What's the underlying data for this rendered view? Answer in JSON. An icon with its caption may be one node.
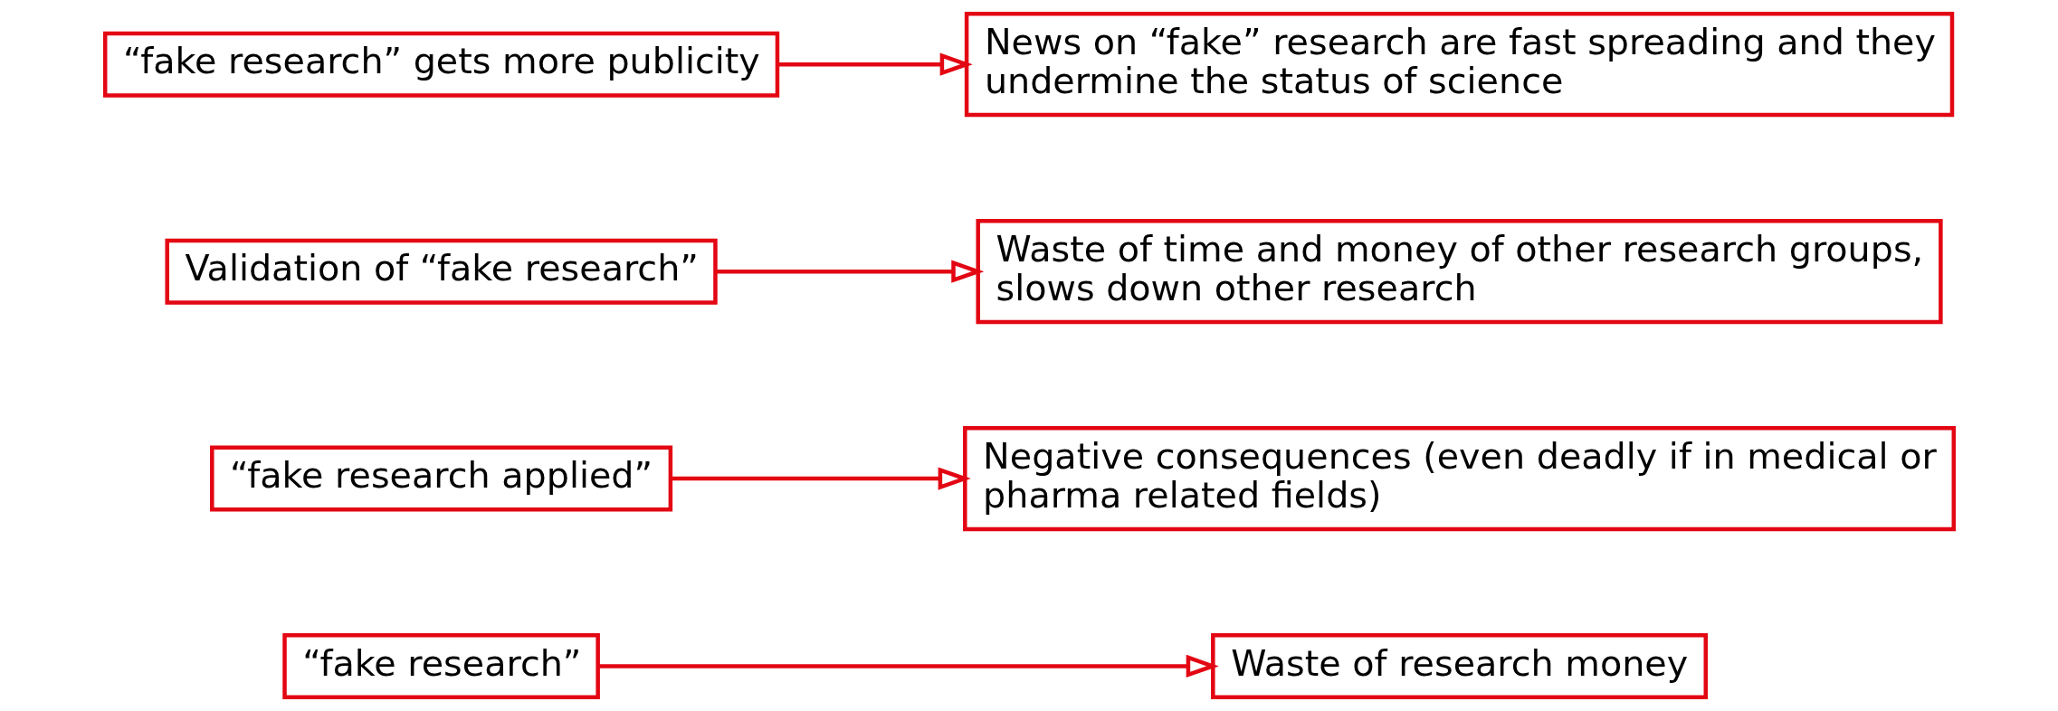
{
  "diagram": {
    "nodes": [
      {
        "text": [
          "“fake research”"
        ]
      },
      {
        "text": [
          "Waste of research money"
        ]
      },
      {
        "text": [
          "“fake research applied”"
        ]
      },
      {
        "text": [
          "Negative consequences (even deadly if in medical or pharma related fields)"
        ]
      },
      {
        "text": [
          "Validation of “fake research”"
        ]
      },
      {
        "text": [
          "Waste of time and money of other research groups, slows down other research"
        ]
      },
      {
        "text": [
          "“fake research” gets more publicity"
        ]
      },
      {
        "text": [
          "News on “fake” research are fast spreading and they undermine the status of science"
        ]
      }
    ],
    "edges": [
      {
        "from": 0,
        "to": 1,
        "arrow": "to"
      },
      {
        "from": 2,
        "to": 3,
        "arrow": "to"
      },
      {
        "from": 4,
        "to": 5,
        "arrow": "to"
      },
      {
        "from": 6,
        "to": 7,
        "arrow": "to"
      }
    ]
  }
}
